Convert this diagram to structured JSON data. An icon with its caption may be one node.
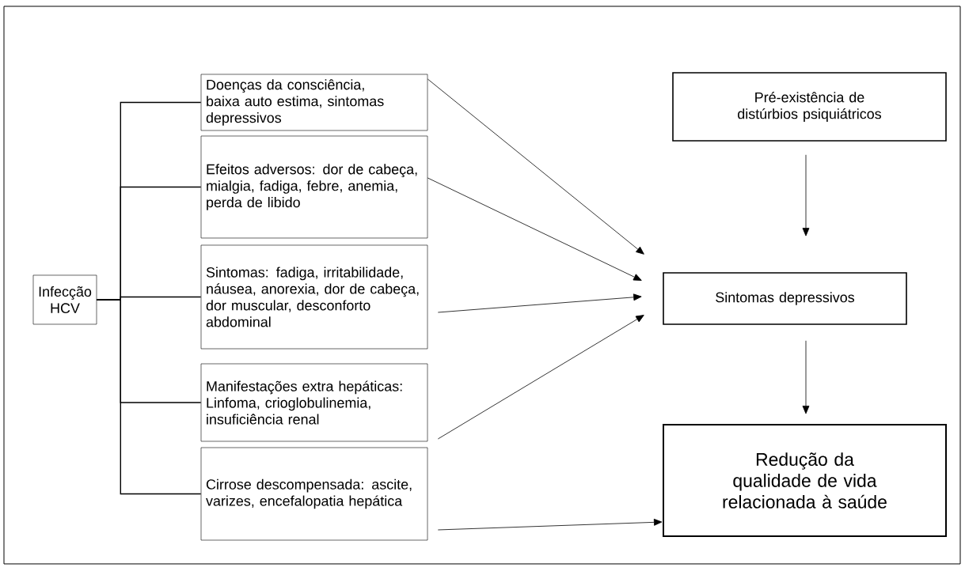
{
  "diagram": {
    "nodes": [
      {
        "text": [
          "Infecção HCV"
        ]
      },
      {
        "text": [
          "Doenças da consciência, baixa auto estima, sintomas depressivos"
        ]
      },
      {
        "text": [
          "Efeitos adversos: dor de cabeça, mialgia, fadiga, febre, anemia, perda de libido"
        ]
      },
      {
        "text": [
          "Sintomas: fadiga, irritabilidade, náusea, anorexia, dor de cabeça, dor muscular, desconforto abdominal"
        ]
      },
      {
        "text": [
          "Manifestações extra hepáticas: Linfoma, crioglobulinemia, insuficiência renal"
        ]
      },
      {
        "text": [
          "Cirrose descompensada: ascite, varizes, encefalopatia hepática"
        ]
      },
      {
        "text": [
          "Pré-existência de distúrbios psiquiátricos"
        ]
      },
      {
        "text": [
          "Sintomas depressivos"
        ]
      },
      {
        "text": [
          "Redução da qualidade de vida relacionada à saúde"
        ]
      }
    ],
    "edges": [
      {
        "from": 0,
        "to": 1,
        "arrow": "none"
      },
      {
        "from": 0,
        "to": 2,
        "arrow": "none"
      },
      {
        "from": 0,
        "to": 3,
        "arrow": "none"
      },
      {
        "from": 0,
        "to": 4,
        "arrow": "none"
      },
      {
        "from": 0,
        "to": 5,
        "arrow": "none"
      },
      {
        "from": 1,
        "to": 7,
        "arrow": "to"
      },
      {
        "from": 2,
        "to": 7,
        "arrow": "to"
      },
      {
        "from": 3,
        "to": 7,
        "arrow": "to"
      },
      {
        "from": 4,
        "to": 7,
        "arrow": "to"
      },
      {
        "from": 5,
        "to": 8,
        "arrow": "to"
      },
      {
        "from": 6,
        "to": 7,
        "arrow": "to"
      },
      {
        "from": 7,
        "to": 8,
        "arrow": "to"
      }
    ]
  }
}
